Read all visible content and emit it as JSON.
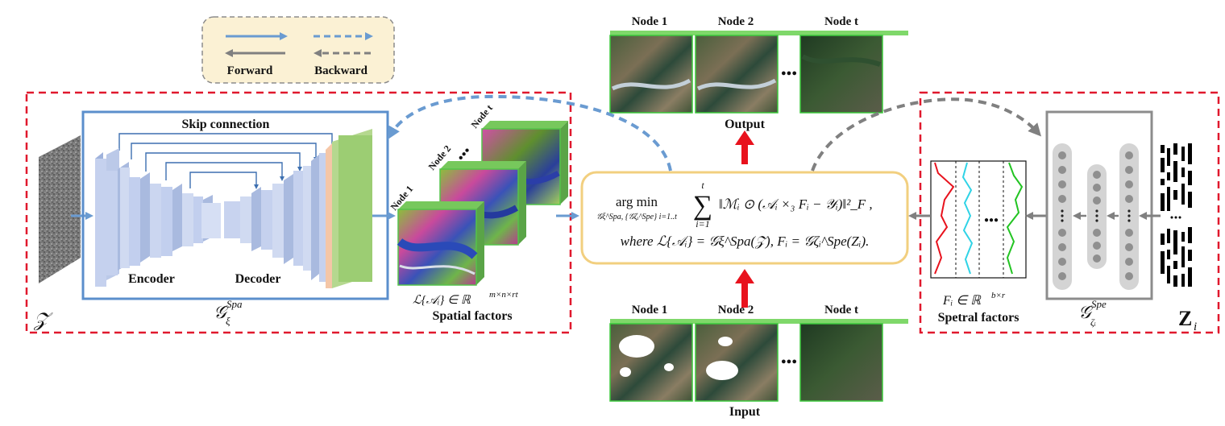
{
  "legend": {
    "forward": "Forward",
    "backward": "Backward"
  },
  "spatial": {
    "skip_connection": "Skip connection",
    "encoder": "Encoder",
    "decoder": "Decoder",
    "input_symbol": "𝒵",
    "generator_label": "𝒢",
    "generator_sup": "Spa",
    "generator_sub": "ξ"
  },
  "spatial_factors": {
    "nodes": [
      "Node 1",
      "Node 2",
      "Node t"
    ],
    "formula": "ℒ{𝒜ᵢ} ∈ ℝ",
    "formula_sup": "m×n×rt",
    "caption": "Spatial factors",
    "dots": "●●●"
  },
  "output": {
    "nodes": [
      "Node 1",
      "Node 2",
      "Node t"
    ],
    "caption": "Output",
    "dots": "●●●"
  },
  "input": {
    "nodes": [
      "Node 1",
      "Node 2",
      "Node t"
    ],
    "caption": "Input",
    "dots": "●●●"
  },
  "objective": {
    "argmin": "arg min",
    "argmin_sub": "𝒢ξ^Spa, {𝒢ζᵢ^Spe} i=1..t",
    "sum_top": "t",
    "sum_bottom": "i=1",
    "expression": "‖ℳᵢ ⊙ (𝒜ᵢ ×₃ Fᵢ − 𝒴ᵢ)‖²_F ,",
    "where_line": "where ℒ{𝒜ᵢ} = 𝒢ξ^Spa(𝒵), Fᵢ = 𝒢ζᵢ^Spe(Zᵢ)."
  },
  "spectral_factors": {
    "formula": "Fᵢ ∈ ℝ",
    "formula_sup": "b×r",
    "caption": "Spetral factors",
    "dots": "●●●"
  },
  "spectral": {
    "generator_label": "𝒢",
    "generator_sup": "Spe",
    "generator_sub": "ζᵢ",
    "input_symbol": "Z",
    "input_sub": "i"
  },
  "colors": {
    "forward": "#6a9bd1",
    "backward": "#808080",
    "red_box": "#e0182d",
    "blue_box": "#5b8fcc",
    "gray_box": "#8c8c8c",
    "legend_bg": "#fbf1d4",
    "objective_border": "#f2cf7f",
    "red_arrow": "#e8121d",
    "green_frame": "#3cc93c"
  }
}
